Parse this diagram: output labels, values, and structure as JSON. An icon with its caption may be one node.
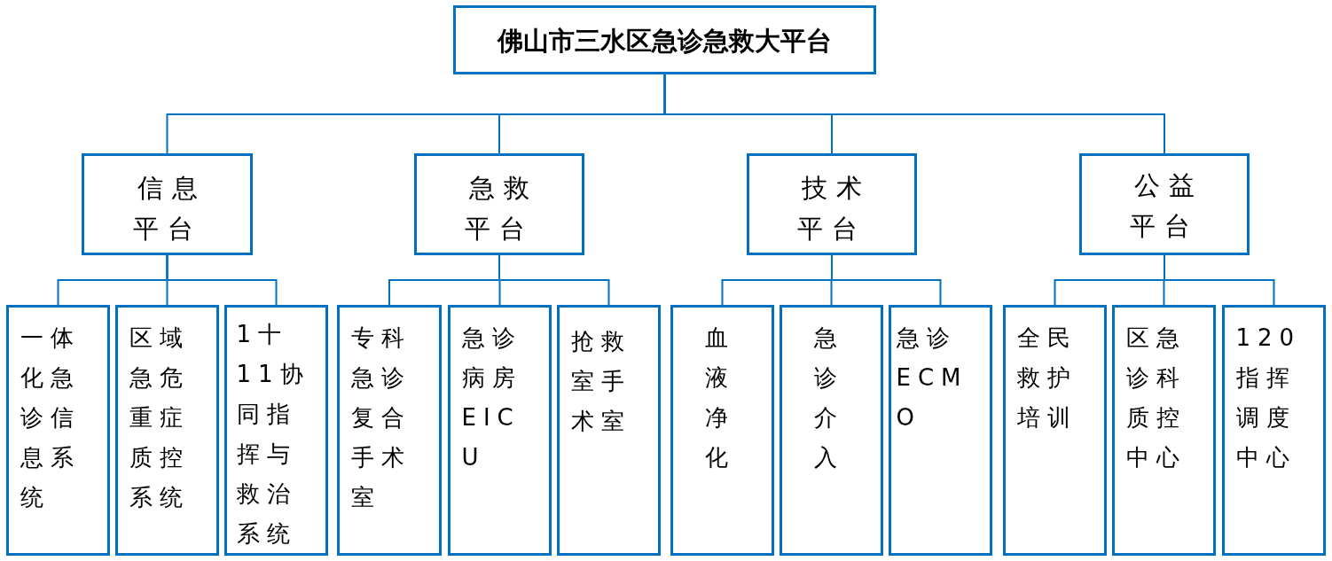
{
  "diagram": {
    "nodes": [
      {
        "text": [
          "佛山市三水区急诊急救大平台"
        ]
      },
      {
        "text": [
          "信息平台"
        ]
      },
      {
        "text": [
          "急救平台"
        ]
      },
      {
        "text": [
          "技术平台"
        ]
      },
      {
        "text": [
          "公益平台"
        ]
      },
      {
        "text": [
          "一体化急诊信息系统"
        ]
      },
      {
        "text": [
          "区域急危重症质控系统"
        ]
      },
      {
        "text": [
          "1十11协同指挥与救治系统"
        ]
      },
      {
        "text": [
          "专科急诊复合手术室"
        ]
      },
      {
        "text": [
          "急诊病房EICU"
        ]
      },
      {
        "text": [
          "抢救室手术室"
        ]
      },
      {
        "text": [
          "血液净化"
        ]
      },
      {
        "text": [
          "急诊介入"
        ]
      },
      {
        "text": [
          "急诊ECMO"
        ]
      },
      {
        "text": [
          "全民救护培训"
        ]
      },
      {
        "text": [
          "区急诊科质控中心"
        ]
      },
      {
        "text": [
          "120指挥调度中心"
        ]
      }
    ],
    "edges": [
      {
        "from": 0,
        "to": 1,
        "arrow": "none"
      },
      {
        "from": 0,
        "to": 2,
        "arrow": "none"
      },
      {
        "from": 0,
        "to": 3,
        "arrow": "none"
      },
      {
        "from": 0,
        "to": 4,
        "arrow": "none"
      },
      {
        "from": 1,
        "to": 5,
        "arrow": "none"
      },
      {
        "from": 1,
        "to": 6,
        "arrow": "none"
      },
      {
        "from": 1,
        "to": 7,
        "arrow": "none"
      },
      {
        "from": 2,
        "to": 8,
        "arrow": "none"
      },
      {
        "from": 2,
        "to": 9,
        "arrow": "none"
      },
      {
        "from": 2,
        "to": 10,
        "arrow": "none"
      },
      {
        "from": 3,
        "to": 11,
        "arrow": "none"
      },
      {
        "from": 3,
        "to": 12,
        "arrow": "none"
      },
      {
        "from": 3,
        "to": 13,
        "arrow": "none"
      },
      {
        "from": 4,
        "to": 14,
        "arrow": "none"
      },
      {
        "from": 4,
        "to": 15,
        "arrow": "none"
      },
      {
        "from": 4,
        "to": 16,
        "arrow": "none"
      }
    ]
  }
}
